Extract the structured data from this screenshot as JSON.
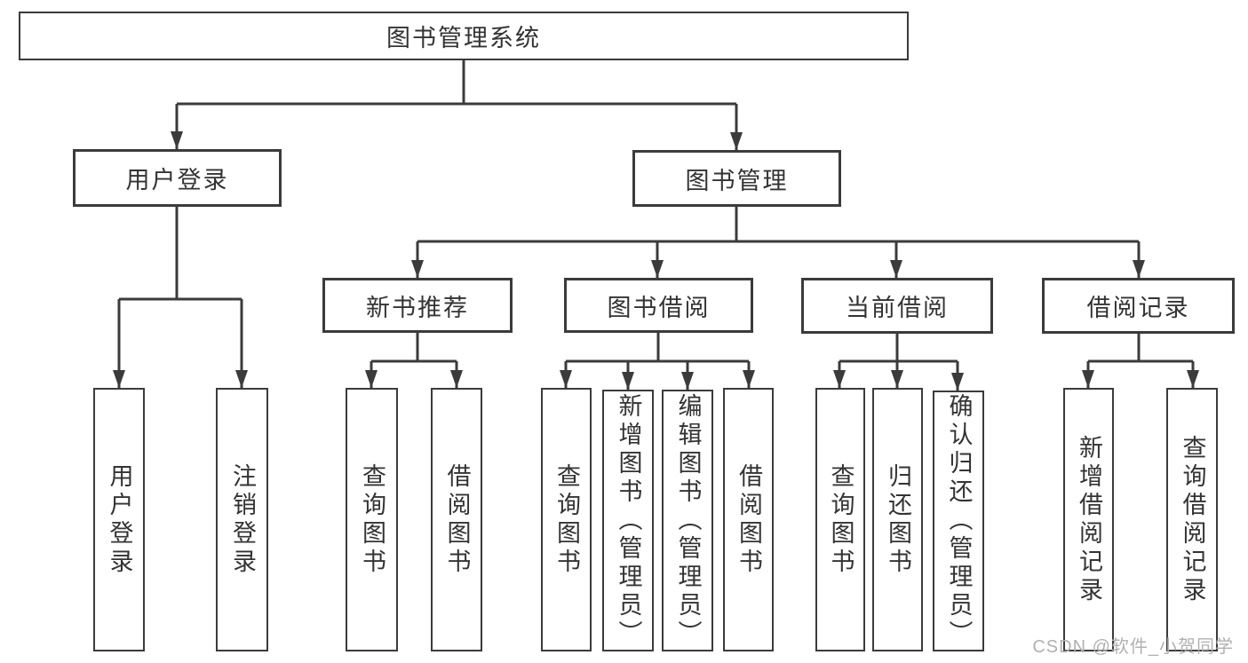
{
  "diagram": {
    "root": "图书管理系统",
    "branches": [
      {
        "label": "用户登录",
        "leaves": [
          "用户登录",
          "注销登录"
        ]
      },
      {
        "label": "图书管理",
        "groups": [
          {
            "label": "新书推荐",
            "leaves": [
              "查询图书",
              "借阅图书"
            ]
          },
          {
            "label": "图书借阅",
            "leaves": [
              "查询图书",
              "新增图书（管理员）",
              "编辑图书（管理员）",
              "借阅图书"
            ]
          },
          {
            "label": "当前借阅",
            "leaves": [
              "查询图书",
              "归还图书",
              "确认归还（管理员）"
            ]
          },
          {
            "label": "借阅记录",
            "leaves": [
              "新增借阅记录",
              "查询借阅记录"
            ]
          }
        ]
      }
    ],
    "colors": {
      "line": "#3b3b3b",
      "text": "#333333",
      "background": "#ffffff",
      "watermark": "#b1b1b1"
    }
  },
  "watermark": {
    "text": "CSDN @软件_小贺同学"
  }
}
